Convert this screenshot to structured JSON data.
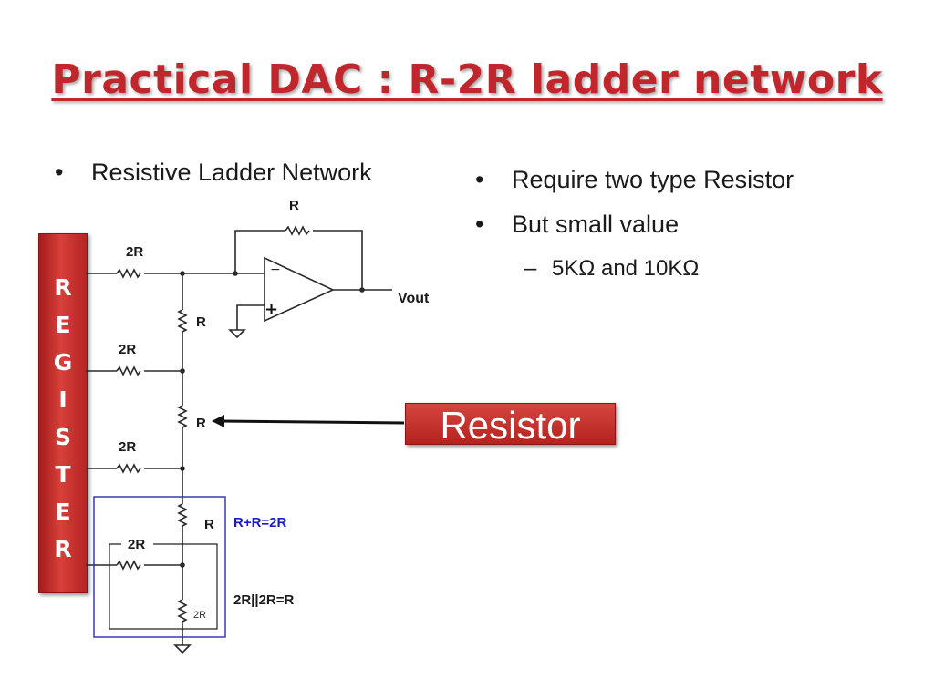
{
  "title": "Practical DAC : R-2R ladder network",
  "left_bullet": "Resistive Ladder Network",
  "right_bullets": [
    "Require two type Resistor",
    "But small value"
  ],
  "right_sub_bullet": "5KΩ and 10KΩ",
  "register_label": [
    "R",
    "E",
    "G",
    "I",
    "S",
    "T",
    "E",
    "R"
  ],
  "callout_label": "Resistor",
  "circuit": {
    "feedback_R": "R",
    "ladder_2R_1": "2R",
    "ladder_R_1": "R",
    "ladder_2R_2": "2R",
    "ladder_R_2": "R",
    "ladder_2R_3": "2R",
    "ladder_R_3": "R",
    "ladder_2R_4": "2R",
    "bottom_2R": "2R",
    "vout": "Vout",
    "opamp_minus": "−",
    "opamp_plus": "+",
    "annotation_series": "R+R=2R",
    "annotation_parallel": "2R||2R=R"
  },
  "colors": {
    "title": "#c0272d",
    "register_bg": "#c62e2a",
    "callout_bg": "#c0302b",
    "annotation_blue": "#1a1ad0",
    "box_blue": "#2a2ab0"
  }
}
